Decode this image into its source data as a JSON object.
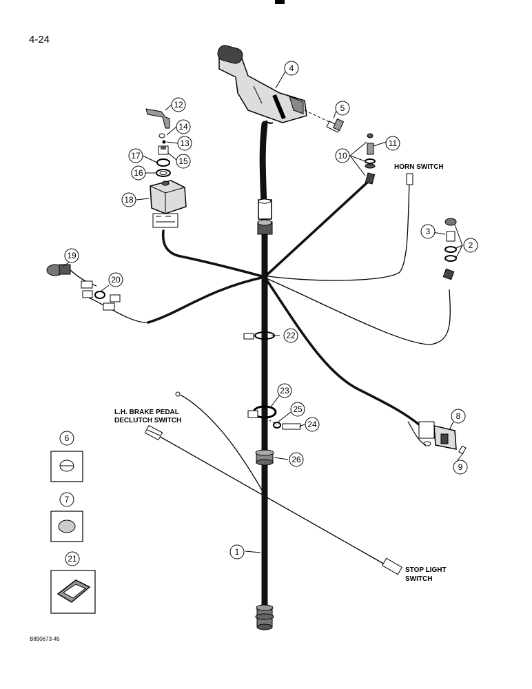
{
  "page": {
    "number": "4-24",
    "figure_id": "B890673-45"
  },
  "labels": {
    "horn_switch": "HORN SWITCH",
    "lh_brake_line1": "L.H. BRAKE PEDAL",
    "lh_brake_line2": "DECLUTCH SWITCH",
    "stop_light_line1": "STOP LIGHT",
    "stop_light_line2": "SWITCH"
  },
  "callouts": [
    "1",
    "2",
    "3",
    "4",
    "5",
    "6",
    "7",
    "8",
    "9",
    "10",
    "11",
    "12",
    "13",
    "14",
    "15",
    "16",
    "17",
    "18",
    "19",
    "20",
    "21",
    "22",
    "23",
    "24",
    "25",
    "26"
  ],
  "colors": {
    "ink": "#000000",
    "harness": "#111111",
    "paper": "#ffffff"
  }
}
